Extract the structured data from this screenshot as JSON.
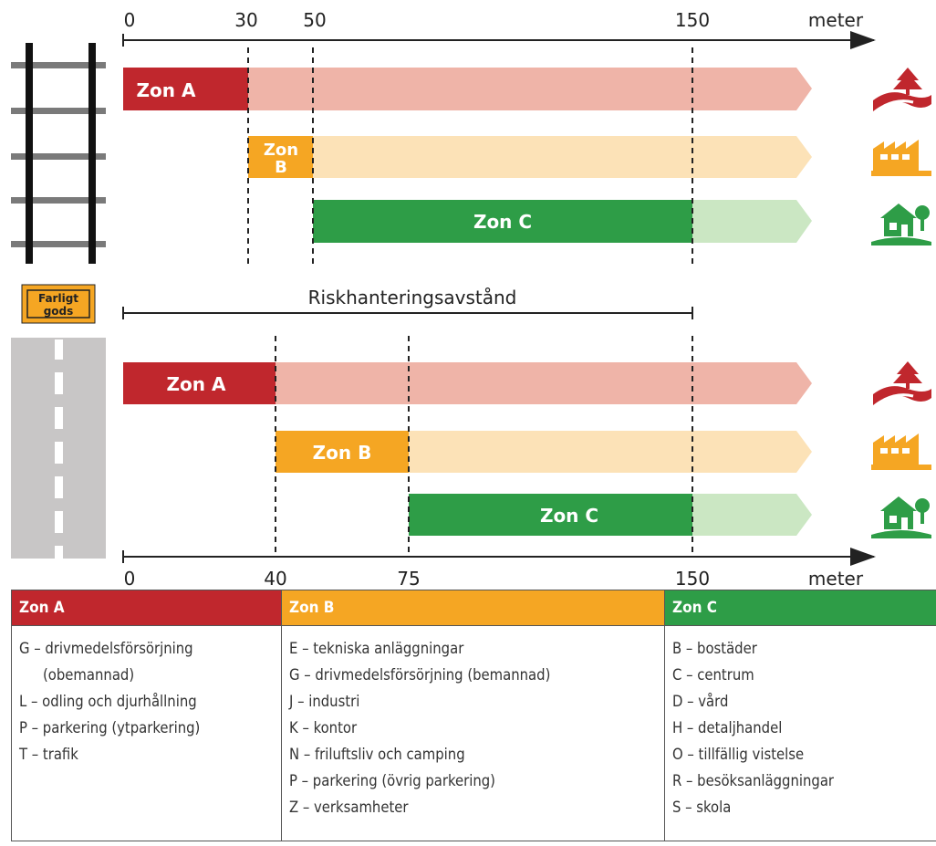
{
  "colors": {
    "zone_a": "#c0272d",
    "zone_a_light": "#efb4a8",
    "zone_b": "#f5a623",
    "zone_b_light": "#fce2b7",
    "zone_c": "#2e9d47",
    "zone_c_light": "#cbe7c3",
    "road_gray": "#c8c6c6"
  },
  "rail": {
    "axis_ticks": [
      "0",
      "30",
      "50",
      "150"
    ],
    "axis_unit": "meter",
    "distances": [
      0,
      30,
      50,
      150
    ],
    "zones": [
      {
        "label": "Zon A",
        "start": 0,
        "end": 30
      },
      {
        "label_line1": "Zon",
        "label_line2": "B",
        "start": 30,
        "end": 50
      },
      {
        "label": "Zon C",
        "start": 50,
        "end": 150
      }
    ]
  },
  "badge": {
    "line1": "Farligt",
    "line2": "gods"
  },
  "riskhantering_label": "Riskhanteringsavstånd",
  "road": {
    "axis_ticks": [
      "0",
      "40",
      "75",
      "150"
    ],
    "axis_unit": "meter",
    "distances": [
      0,
      40,
      75,
      150
    ],
    "zones": [
      {
        "label": "Zon A",
        "start": 0,
        "end": 40
      },
      {
        "label": "Zon B",
        "start": 40,
        "end": 75
      },
      {
        "label": "Zon C",
        "start": 75,
        "end": 150
      }
    ]
  },
  "icons": [
    "landscape-road-icon",
    "factory-icon",
    "house-icon"
  ],
  "table": {
    "headers": [
      "Zon A",
      "Zon B",
      "Zon C"
    ],
    "zone_a": [
      "G – drivmedelsförsörjning",
      "(obemannad)",
      "L – odling och djurhållning",
      "P – parkering (ytparkering)",
      "T – trafik"
    ],
    "zone_b": [
      "E – tekniska anläggningar",
      "G – drivmedelsförsörjning (bemannad)",
      "J – industri",
      "K – kontor",
      "N – friluftsliv och camping",
      "P – parkering (övrig parkering)",
      "Z – verksamheter"
    ],
    "zone_c": [
      "B – bostäder",
      "C – centrum",
      "D – vård",
      "H – detaljhandel",
      "O – tillfällig vistelse",
      "R – besöksanläggningar",
      "S – skola"
    ]
  }
}
